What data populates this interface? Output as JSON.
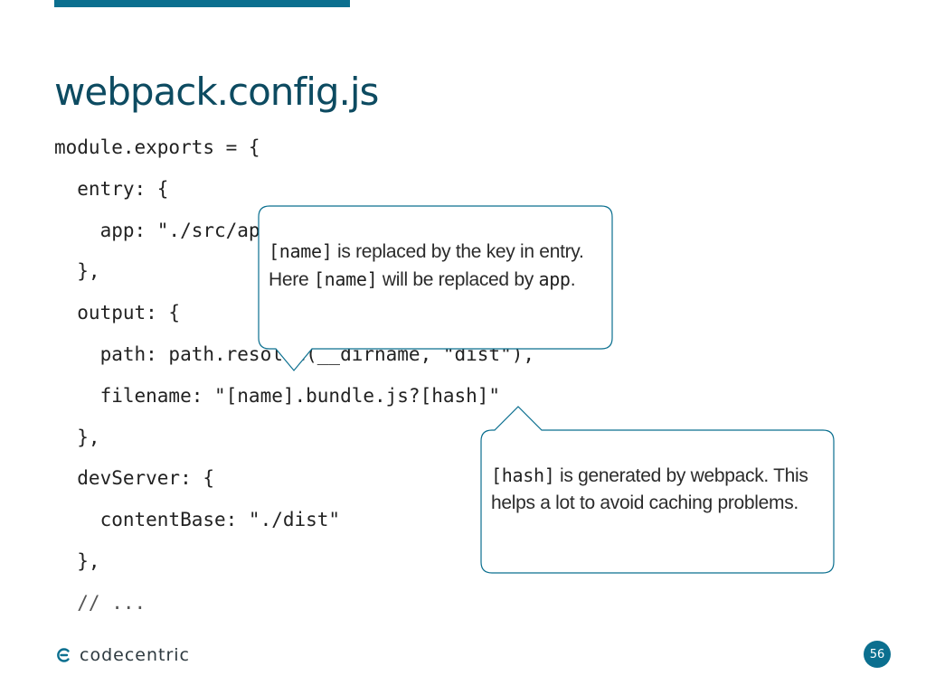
{
  "slide": {
    "title": "webpack.config.js",
    "page_number": "56",
    "brand": "codecentric",
    "accent_color": "#0b6f8f",
    "logo_icon": "codecentric-logo-icon"
  },
  "code": [
    "module.exports = {",
    "  entry: {",
    "    app: \"./src/app.js\"",
    "  },",
    "  output: {",
    "    path: path.resolve(__dirname, \"dist\"),",
    "    filename: \"[name].bundle.js?[hash]\"",
    "  },",
    "  devServer: {",
    "    contentBase: \"./dist\"",
    "  },",
    "  // ..."
  ],
  "callouts": {
    "name": {
      "code_1": "[name]",
      "text_1": " is replaced by the key in entry. Here ",
      "code_2": "[name]",
      "text_2": " will be replaced by ",
      "code_3": "app",
      "text_3": "."
    },
    "hash": {
      "code_1": "[hash]",
      "text_1": " is generated by webpack. This helps a lot to avoid caching problems."
    }
  }
}
